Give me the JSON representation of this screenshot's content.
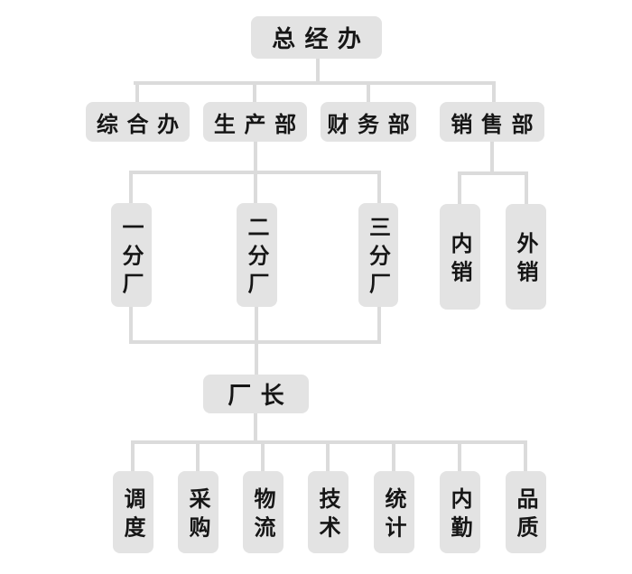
{
  "diagram_type": "org-chart",
  "colors": {
    "box_fill": "#e3e3e3",
    "line": "#dbdbdb",
    "text": "#161616",
    "background": "#ffffff"
  },
  "org": {
    "root": {
      "label": "总经办",
      "children": [
        {
          "label": "综合办",
          "children": []
        },
        {
          "label": "生产部",
          "children": [
            {
              "label": "一分厂"
            },
            {
              "label": "二分厂"
            },
            {
              "label": "三分厂"
            }
          ]
        },
        {
          "label": "财务部",
          "children": []
        },
        {
          "label": "销售部",
          "children": [
            {
              "label": "内销"
            },
            {
              "label": "外销"
            }
          ]
        }
      ]
    },
    "factory_director": {
      "label": "厂长",
      "reports_from": [
        "一分厂",
        "二分厂",
        "三分厂"
      ],
      "children": [
        {
          "label": "调度"
        },
        {
          "label": "采购"
        },
        {
          "label": "物流"
        },
        {
          "label": "技术"
        },
        {
          "label": "统计"
        },
        {
          "label": "内勤"
        },
        {
          "label": "品质"
        }
      ]
    }
  }
}
